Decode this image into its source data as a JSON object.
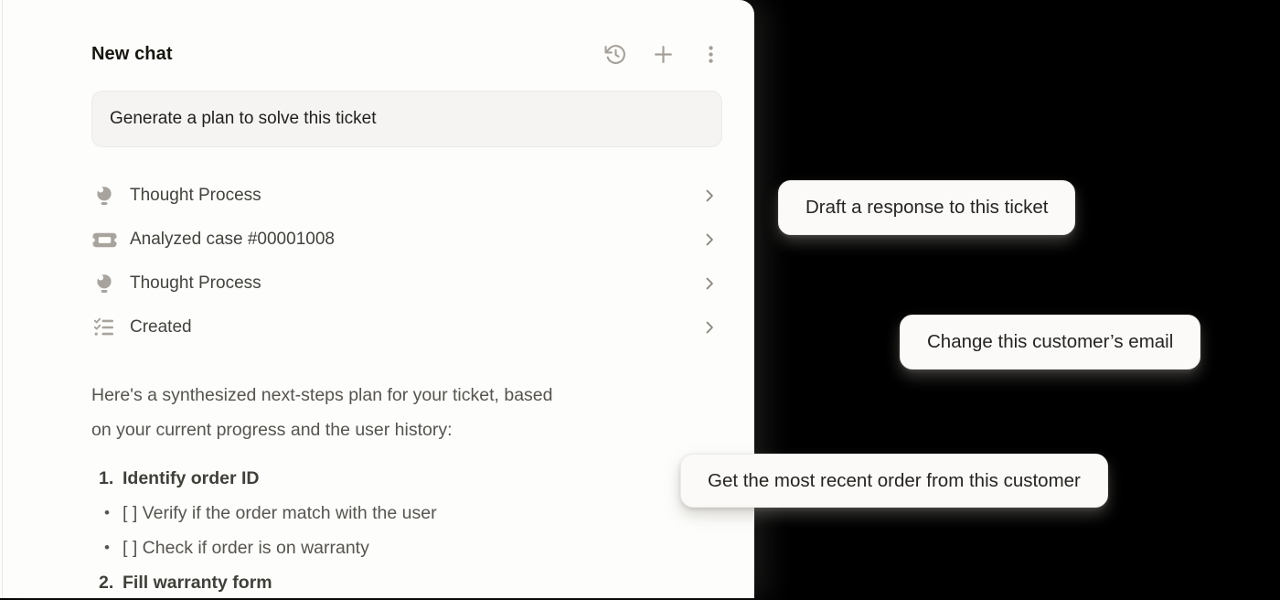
{
  "panel": {
    "title": "New chat",
    "header_icons": {
      "history": "history-icon",
      "new_chat": "plus-icon",
      "more_options": "kebab-menu-icon"
    },
    "user_message": "Generate a plan to solve this ticket",
    "steps": [
      {
        "icon": "lightbulb-icon",
        "label": "Thought Process"
      },
      {
        "icon": "case-ticket-icon",
        "label": "Analyzed case #00001008"
      },
      {
        "icon": "lightbulb-icon",
        "label": "Thought Process"
      },
      {
        "icon": "checklist-icon",
        "label": "Created"
      }
    ],
    "plan_intro_line1": "Here's a synthesized next-steps plan for your ticket, based",
    "plan_intro_line2": "on your current progress and the user history:",
    "plan": [
      {
        "marker": "1.",
        "text": "Identify order ID"
      },
      {
        "marker": "•",
        "text": "[ ] Verify if the order match with the user"
      },
      {
        "marker": "•",
        "text": "[ ] Check if order is on warranty"
      },
      {
        "marker": "2.",
        "text": "Fill warranty form"
      }
    ]
  },
  "suggestions": [
    {
      "label": "Draft a response to this ticket"
    },
    {
      "label": "Change this customer’s email"
    },
    {
      "label": "Get the most recent order from this customer"
    }
  ],
  "colors": {
    "background": "#000000",
    "panel_bg": "#fdfdfb",
    "message_bg": "#f5f4f2",
    "pill_bg": "#fbfaf8",
    "icon_gray": "#a8a49d",
    "chevron_gray": "#8a8780",
    "text_primary": "#16150f",
    "text_secondary": "#56544f"
  }
}
